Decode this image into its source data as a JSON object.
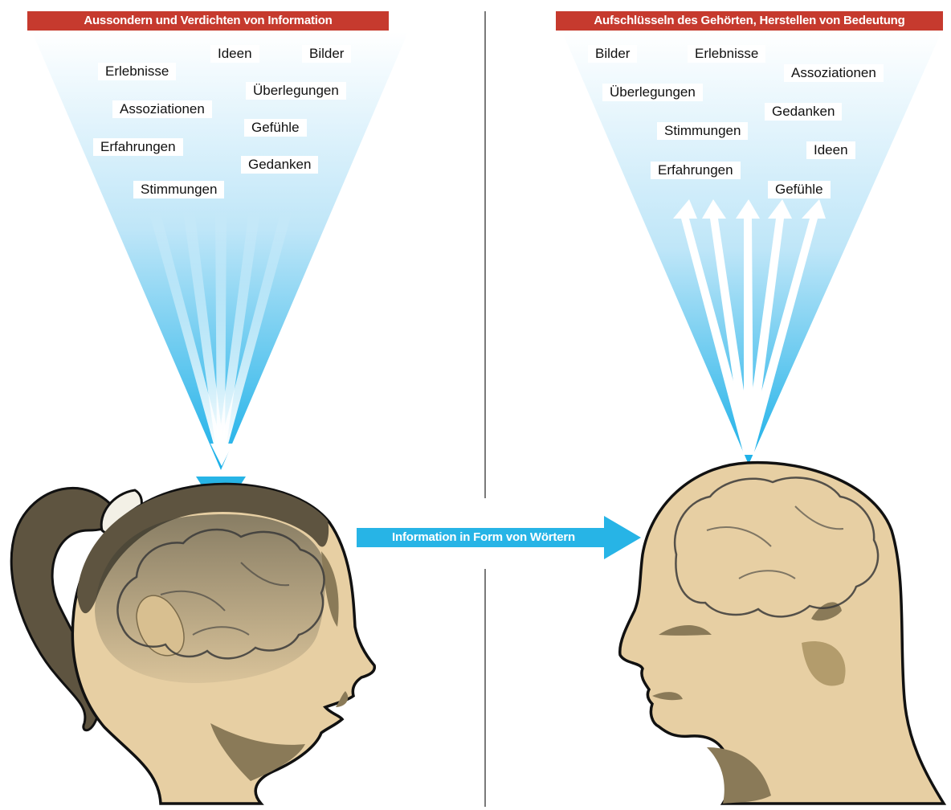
{
  "left_panel": {
    "banner": "Aussondern und Verdichten von Information",
    "words": [
      "Ideen",
      "Bilder",
      "Erlebnisse",
      "Überlegungen",
      "Assoziationen",
      "Gefühle",
      "Erfahrungen",
      "Gedanken",
      "Stimmungen"
    ]
  },
  "right_panel": {
    "banner": "Aufschlüsseln des Gehörten, Herstellen von Bedeutung",
    "words": [
      "Bilder",
      "Erlebnisse",
      "Assoziationen",
      "Überlegungen",
      "Gedanken",
      "Stimmungen",
      "Ideen",
      "Erfahrungen",
      "Gefühle"
    ]
  },
  "flow_arrow": {
    "label": "Information in Form von Wörtern"
  },
  "colors": {
    "banner": "#c63a2e",
    "accent_blue": "#27b4e6",
    "skin": "#e7cfa3",
    "hair": "#5e5440",
    "shadow": "#8a7a58"
  },
  "icons": [
    "woman-head-icon",
    "man-head-icon",
    "brain-icon",
    "converge-arrows-icon",
    "diverge-arrows-icon"
  ]
}
